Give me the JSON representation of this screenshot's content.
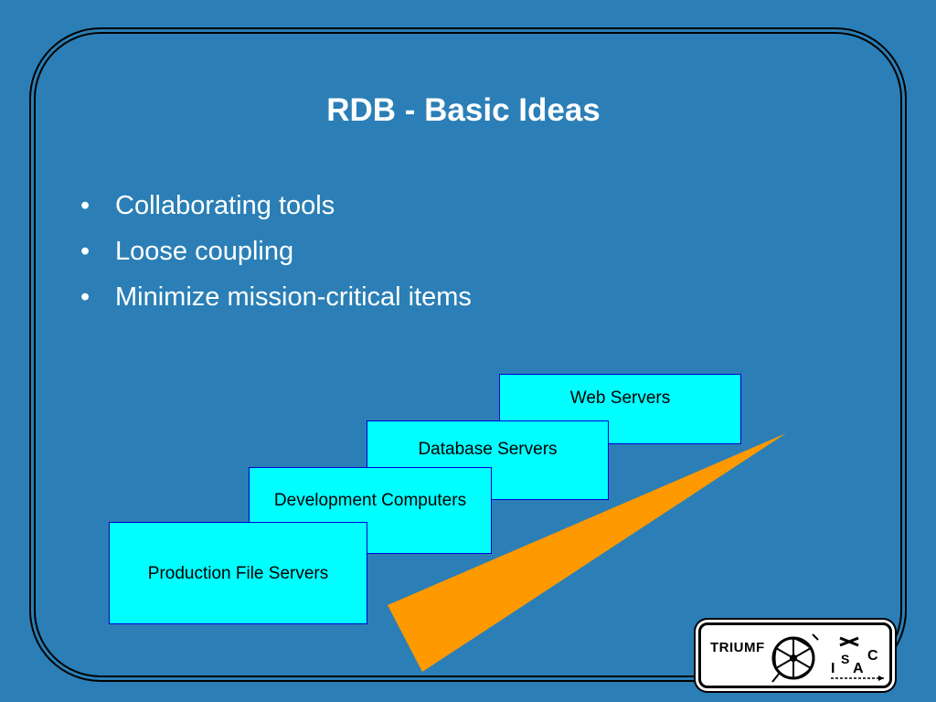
{
  "slide": {
    "title": "RDB - Basic Ideas",
    "bullets": [
      "Collaborating tools",
      "Loose coupling",
      "Minimize mission-critical items"
    ],
    "bullet_glyph": "•"
  },
  "diagram": {
    "tiers": [
      {
        "label": "Web Servers"
      },
      {
        "label": "Database Servers"
      },
      {
        "label": "Development Computers"
      },
      {
        "label": "Production File Servers"
      }
    ],
    "box_fill": "#00ffff",
    "box_border": "#0000cc",
    "wedge_color": "#ff9900"
  },
  "logo": {
    "left_text": "TRIUMF",
    "right_letters": [
      "I",
      "S",
      "A",
      "C"
    ]
  },
  "colors": {
    "background": "#2b7fb6",
    "text": "#ffffff"
  }
}
